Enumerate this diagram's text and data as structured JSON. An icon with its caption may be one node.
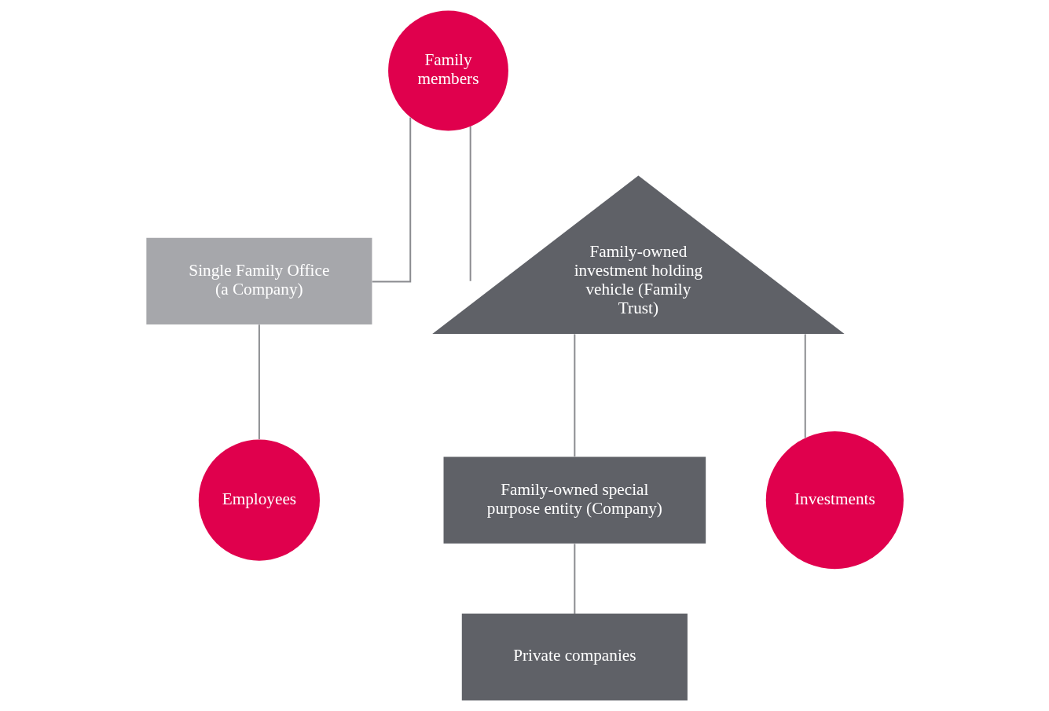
{
  "diagram": {
    "nodes": [
      {
        "text": [
          "Family members"
        ]
      },
      {
        "text": [
          "Single Family Office (a Company)"
        ]
      },
      {
        "text": [
          "Employees"
        ]
      },
      {
        "text": [
          "Family-owned investment holding vehicle (Family Trust)"
        ]
      },
      {
        "text": [
          "Family-owned special purpose entity (Company)"
        ]
      },
      {
        "text": [
          "Private companies"
        ]
      },
      {
        "text": [
          "Investments"
        ]
      }
    ],
    "edges": [
      {
        "from": 0,
        "to": 1,
        "arrow": "none"
      },
      {
        "from": 0,
        "to": 3,
        "arrow": "none"
      },
      {
        "from": 1,
        "to": 2,
        "arrow": "none"
      },
      {
        "from": 3,
        "to": 4,
        "arrow": "none"
      },
      {
        "from": 3,
        "to": 6,
        "arrow": "none"
      },
      {
        "from": 4,
        "to": 5,
        "arrow": "none"
      }
    ]
  }
}
